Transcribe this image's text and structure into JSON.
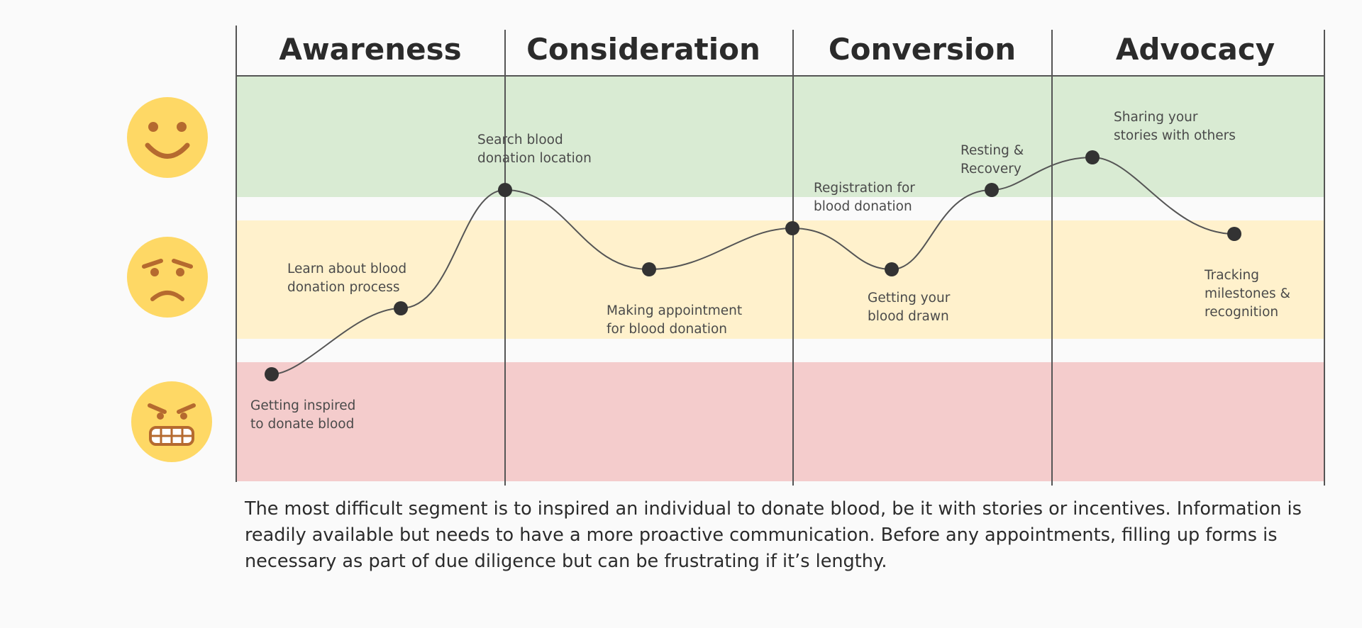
{
  "stages": [
    {
      "name": "Awareness"
    },
    {
      "name": "Consideration"
    },
    {
      "name": "Conversion"
    },
    {
      "name": "Advocacy"
    }
  ],
  "emotions": [
    "happy-face-icon",
    "worried-face-icon",
    "angry-face-icon"
  ],
  "band_colors": {
    "positive": "#d9ebd3",
    "neutral": "#fff1cc",
    "negative": "#f4cccc"
  },
  "journey_points": [
    {
      "label_lines": [
        "Getting inspired",
        "to donate blood"
      ]
    },
    {
      "label_lines": [
        "Learn about blood",
        "donation process"
      ]
    },
    {
      "label_lines": [
        "Search blood",
        "donation location"
      ]
    },
    {
      "label_lines": [
        "Making appointment",
        "for blood donation"
      ]
    },
    {
      "label_lines": [
        "Registration for",
        "blood donation"
      ]
    },
    {
      "label_lines": [
        "Getting your",
        "blood drawn"
      ]
    },
    {
      "label_lines": [
        "Resting &",
        "Recovery"
      ]
    },
    {
      "label_lines": [
        "Sharing your",
        "stories with others"
      ]
    },
    {
      "label_lines": [
        "Tracking",
        "milestones &",
        "recognition"
      ]
    }
  ],
  "summary": "The most difficult segment is to inspired an individual to donate blood, be it with stories or incentives. Information is readily available but needs to have a more proactive communication. Before any appointments, filling up forms is necessary as part of due diligence but can be frustrating if it’s lengthy."
}
